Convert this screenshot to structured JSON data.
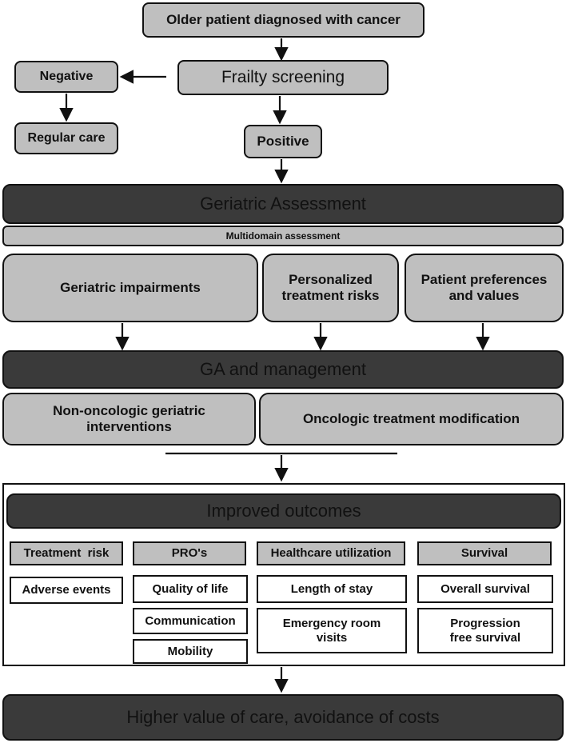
{
  "nodes": {
    "older_patient": "Older patient diagnosed with cancer",
    "frailty_screening": "Frailty screening",
    "negative": "Negative",
    "regular_care": "Regular care",
    "positive": "Positive",
    "geriatric_assessment": "Geriatric Assessment",
    "multidomain": "Multidomain assessment",
    "geriatric_impairments": "Geriatric impairments",
    "personalized_risks": "Personalized treatment risks",
    "patient_preferences": "Patient preferences and values",
    "ga_management": "GA and management",
    "non_oncologic": "Non-oncologic geriatric interventions",
    "oncologic_modification": "Oncologic treatment modification",
    "improved_outcomes": "Improved outcomes",
    "higher_value": "Higher value of care, avoidance of costs"
  },
  "outcomes": {
    "treatment_risk": {
      "header": "Treatment  risk",
      "items": [
        "Adverse events"
      ]
    },
    "pros": {
      "header": "PRO's",
      "items": [
        "Quality of life",
        "Communication",
        "Mobility"
      ]
    },
    "healthcare": {
      "header": "Healthcare utilization",
      "items": [
        "Length of stay",
        "Emergency room visits"
      ]
    },
    "survival": {
      "header": "Survival",
      "items": [
        "Overall survival",
        "Progression free survival"
      ]
    }
  },
  "colors": {
    "light_box": "#bfbfbf",
    "dark_box": "#3a3a3a",
    "border": "#111111",
    "background": "#ffffff"
  }
}
